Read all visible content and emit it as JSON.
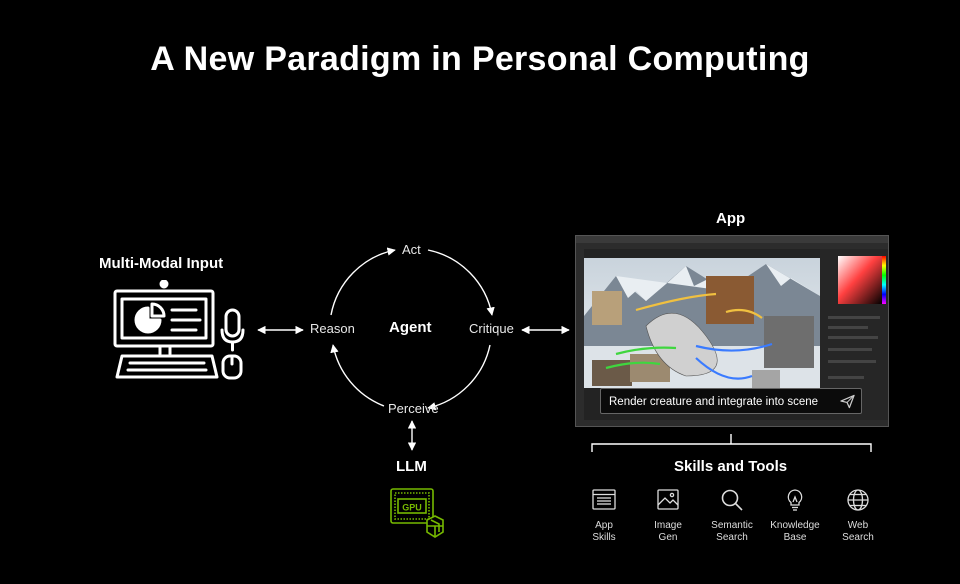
{
  "title": "A New Paradigm in Personal Computing",
  "input": {
    "label": "Multi-Modal Input",
    "icon": "computer-microphone-mouse-icon"
  },
  "agent": {
    "label": "Agent",
    "cycle": {
      "act": "Act",
      "critique": "Critique",
      "perceive": "Perceive",
      "reason": "Reason"
    }
  },
  "llm": {
    "label": "LLM",
    "chip_text": "GPU",
    "icon": "gpu-chip-icon",
    "accent": "#76b900"
  },
  "app": {
    "label": "App",
    "prompt": "Render creature and integrate into scene",
    "icon": "send-icon"
  },
  "skills": {
    "title": "Skills and Tools",
    "items": [
      {
        "label": "App\nSkills",
        "icon": "app-window-icon"
      },
      {
        "label": "Image\nGen",
        "icon": "image-icon"
      },
      {
        "label": "Semantic\nSearch",
        "icon": "search-icon"
      },
      {
        "label": "Knowledge\nBase",
        "icon": "lightbulb-icon"
      },
      {
        "label": "Web\nSearch",
        "icon": "globe-icon"
      }
    ]
  }
}
